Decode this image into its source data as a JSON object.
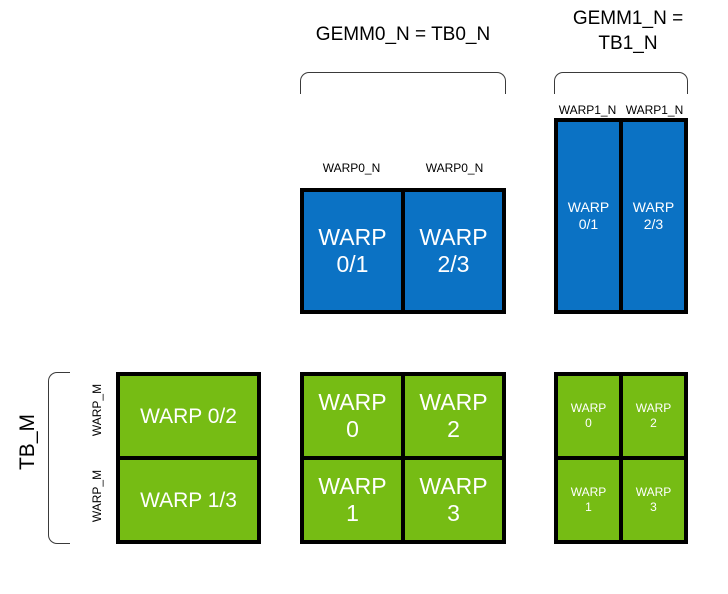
{
  "diagram": {
    "title_gemm0": "GEMM0_N = TB0_N",
    "title_gemm1": "GEMM1_N =\nTB1_N",
    "tb_m_label": "TB_M",
    "warp_m_label_top": "WARP_M",
    "warp_m_label_bottom": "WARP_M",
    "colors": {
      "blue": "#0b72c4",
      "green": "#76bc14",
      "border": "#000000",
      "bracket": "#3a3a3a",
      "text_on_fill": "#ffffff",
      "background": "#ffffff"
    },
    "gemm0_group": {
      "column_labels": [
        "WARP0_N",
        "WARP0_N"
      ],
      "cells": [
        "WARP\n0/1",
        "WARP\n2/3"
      ]
    },
    "gemm1_group": {
      "column_labels": [
        "WARP1_N",
        "WARP1_N"
      ],
      "cells": [
        "WARP\n0/1",
        "WARP\n2/3"
      ]
    },
    "left_green_group": {
      "cells": [
        "WARP 0/2",
        "WARP 1/3"
      ]
    },
    "middle_green_group": {
      "cells": [
        "WARP\n0",
        "WARP\n2",
        "WARP\n1",
        "WARP\n3"
      ]
    },
    "right_green_group": {
      "cells": [
        "WARP\n0",
        "WARP\n2",
        "WARP\n1",
        "WARP\n3"
      ]
    }
  }
}
